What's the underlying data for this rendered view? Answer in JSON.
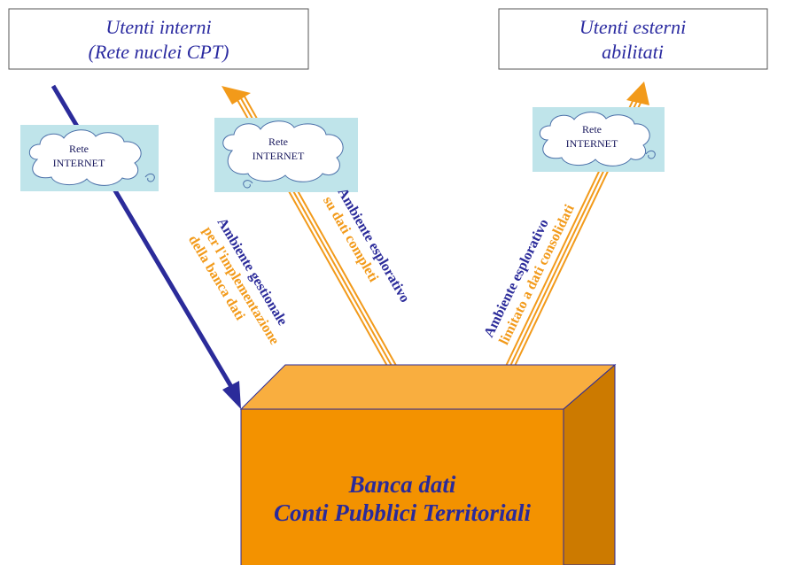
{
  "boxes": {
    "internal_users": {
      "line1": "Utenti interni",
      "line2": "(Rete nuclei CPT)"
    },
    "external_users": {
      "line1": "Utenti esterni",
      "line2": "abilitati"
    }
  },
  "clouds": {
    "left": {
      "line1": "Rete",
      "line2": "INTERNET"
    },
    "middle": {
      "line1": "Rete",
      "line2": "INTERNET"
    },
    "right": {
      "line1": "Rete",
      "line2": "INTERNET"
    }
  },
  "channels": {
    "management": {
      "line1": "Ambiente gestionale",
      "line2": "per l'implementazione",
      "line3": "della banca dati"
    },
    "explorative_full": {
      "line1": "Ambiente esplorativo",
      "line2": "su dati completi"
    },
    "explorative_limited": {
      "line1": "Ambiente esplorativo",
      "line2": "limitato a dati consolidati"
    }
  },
  "database": {
    "line1": "Banca dati",
    "line2": "Conti Pubblici Territoriali"
  },
  "colors": {
    "navy": "#2b2b9a",
    "orange": "#f29a1a",
    "box_front": "#f39200",
    "box_top": "#f9ae3f",
    "box_side": "#cc7a00",
    "cloud_fill": "#bfe4ea"
  }
}
